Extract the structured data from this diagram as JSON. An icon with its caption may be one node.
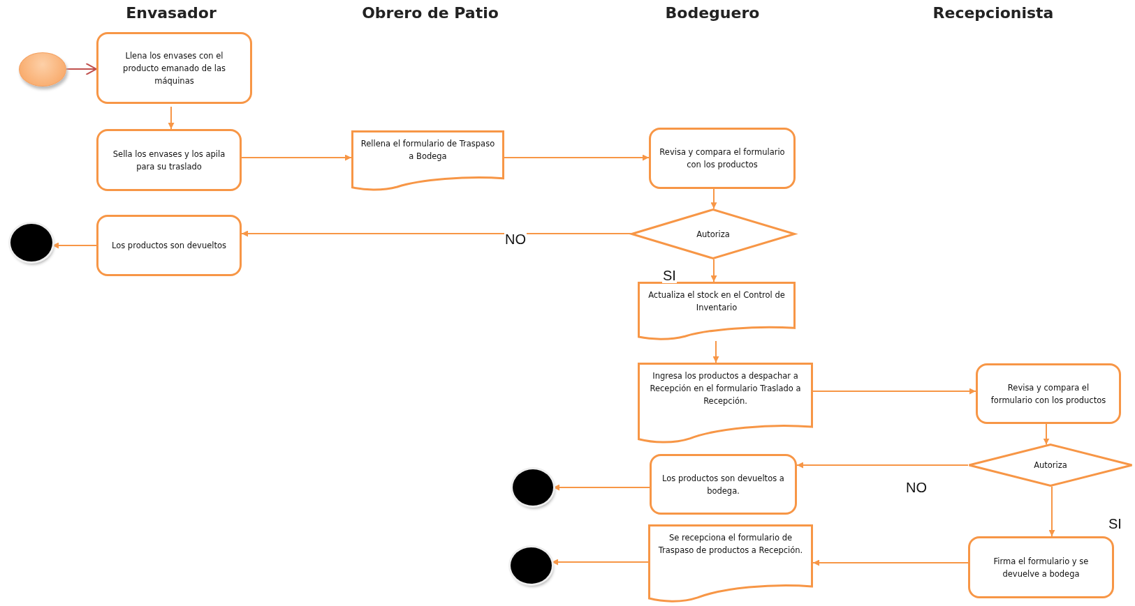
{
  "diagram": {
    "nodes": [
      {
        "text": [],
        "shape": "circle"
      },
      {
        "text": [
          "Llena los envases con el producto emanado de las máquinas"
        ]
      },
      {
        "text": [
          "Sella los envases y los apila para su traslado"
        ]
      },
      {
        "text": [
          "Rellena el formulario de Traspaso a Bodega"
        ]
      },
      {
        "text": [
          "Revisa y compara el formulario con los productos"
        ]
      },
      {
        "text": [],
        "shape": "circle"
      },
      {
        "text": [
          "Los productos son devueltos"
        ]
      },
      {
        "text": [
          "Autoriza"
        ]
      },
      {
        "text": [
          "Actualiza el stock en el Control de Inventario"
        ]
      },
      {
        "text": [
          "Ingresa los productos a despachar a Recepción en el formulario Traslado a Recepción."
        ]
      },
      {
        "text": [
          "Revisa y compara el formulario con los productos"
        ]
      },
      {
        "text": [],
        "shape": "circle"
      },
      {
        "text": [
          "Los productos son devueltos a bodega."
        ]
      },
      {
        "text": [
          "Autoriza"
        ]
      },
      {
        "text": [],
        "shape": "circle"
      },
      {
        "text": [
          "Se recepciona el formulario de Traspaso de productos a Recepción."
        ]
      },
      {
        "text": [
          "Firma el formulario y se devuelve a bodega"
        ]
      }
    ],
    "edges": [
      {
        "from": 0,
        "to": 1,
        "arrow": "to",
        "color": "#c0504d"
      },
      {
        "from": 1,
        "to": 2,
        "arrow": "to"
      },
      {
        "from": 2,
        "to": 3,
        "arrow": "to"
      },
      {
        "from": 3,
        "to": 4,
        "arrow": "to"
      },
      {
        "from": 4,
        "to": 7,
        "arrow": "to"
      },
      {
        "from": 7,
        "to": 6,
        "arrow": "to",
        "label": "NO"
      },
      {
        "from": 6,
        "to": 5,
        "arrow": "to"
      },
      {
        "from": 7,
        "to": 8,
        "arrow": "to",
        "label": "SI"
      },
      {
        "from": 8,
        "to": 9,
        "arrow": "to"
      },
      {
        "from": 9,
        "to": 10,
        "arrow": "to"
      },
      {
        "from": 10,
        "to": 13,
        "arrow": "to"
      },
      {
        "from": 13,
        "to": 12,
        "arrow": "to",
        "label": "NO"
      },
      {
        "from": 12,
        "to": 11,
        "arrow": "to"
      },
      {
        "from": 13,
        "to": 16,
        "arrow": "to",
        "label": "SI"
      },
      {
        "from": 16,
        "to": 15,
        "arrow": "to"
      },
      {
        "from": 15,
        "to": 14,
        "arrow": "to"
      }
    ],
    "labels": [
      "Envasador",
      "Obrero de Patio",
      "Bodeguero",
      "Recepcionista"
    ]
  }
}
